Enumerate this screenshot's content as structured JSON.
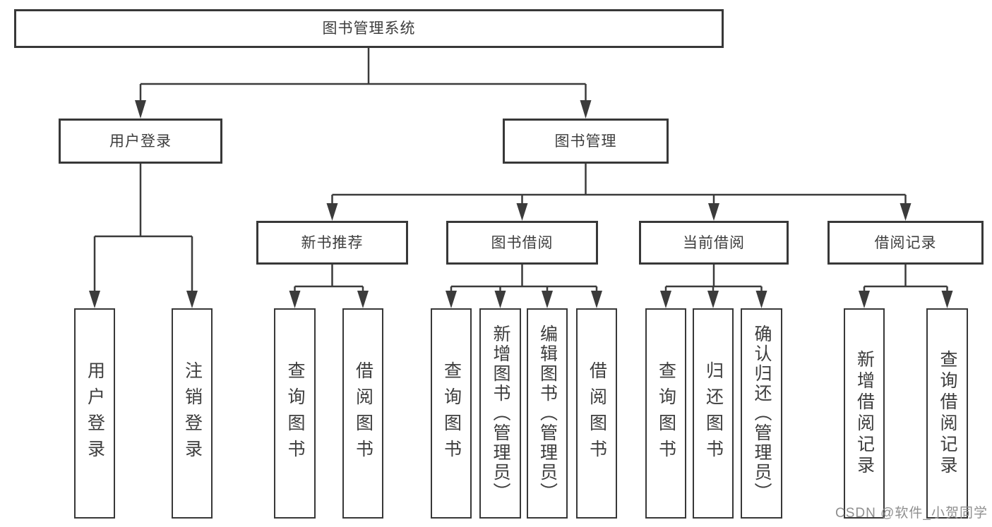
{
  "diagram_title": "图书管理系统",
  "tree": {
    "label": "图书管理系统",
    "children": [
      {
        "label": "用户登录",
        "children": [
          {
            "label": "用户登录"
          },
          {
            "label": "注销登录"
          }
        ]
      },
      {
        "label": "图书管理",
        "children": [
          {
            "label": "新书推荐",
            "children": [
              {
                "label": "查询图书"
              },
              {
                "label": "借阅图书"
              }
            ]
          },
          {
            "label": "图书借阅",
            "children": [
              {
                "label": "查询图书"
              },
              {
                "label": "新增图书（管理员）"
              },
              {
                "label": "编辑图书（管理员）"
              },
              {
                "label": "借阅图书"
              }
            ]
          },
          {
            "label": "当前借阅",
            "children": [
              {
                "label": "查询图书"
              },
              {
                "label": "归还图书"
              },
              {
                "label": "确认归还（管理员）"
              }
            ]
          },
          {
            "label": "借阅记录",
            "children": [
              {
                "label": "新增借阅记录"
              },
              {
                "label": "查询借阅记录"
              }
            ]
          }
        ]
      }
    ]
  },
  "watermark": {
    "text": "CSDN @软件_小贺同学"
  },
  "colors": {
    "background": "#ffffff",
    "box_fill": "#ffffff",
    "box_border": "#383838",
    "line": "#3b3b3b",
    "text": "#3d3d3d",
    "watermark": "#8f8f8f"
  }
}
